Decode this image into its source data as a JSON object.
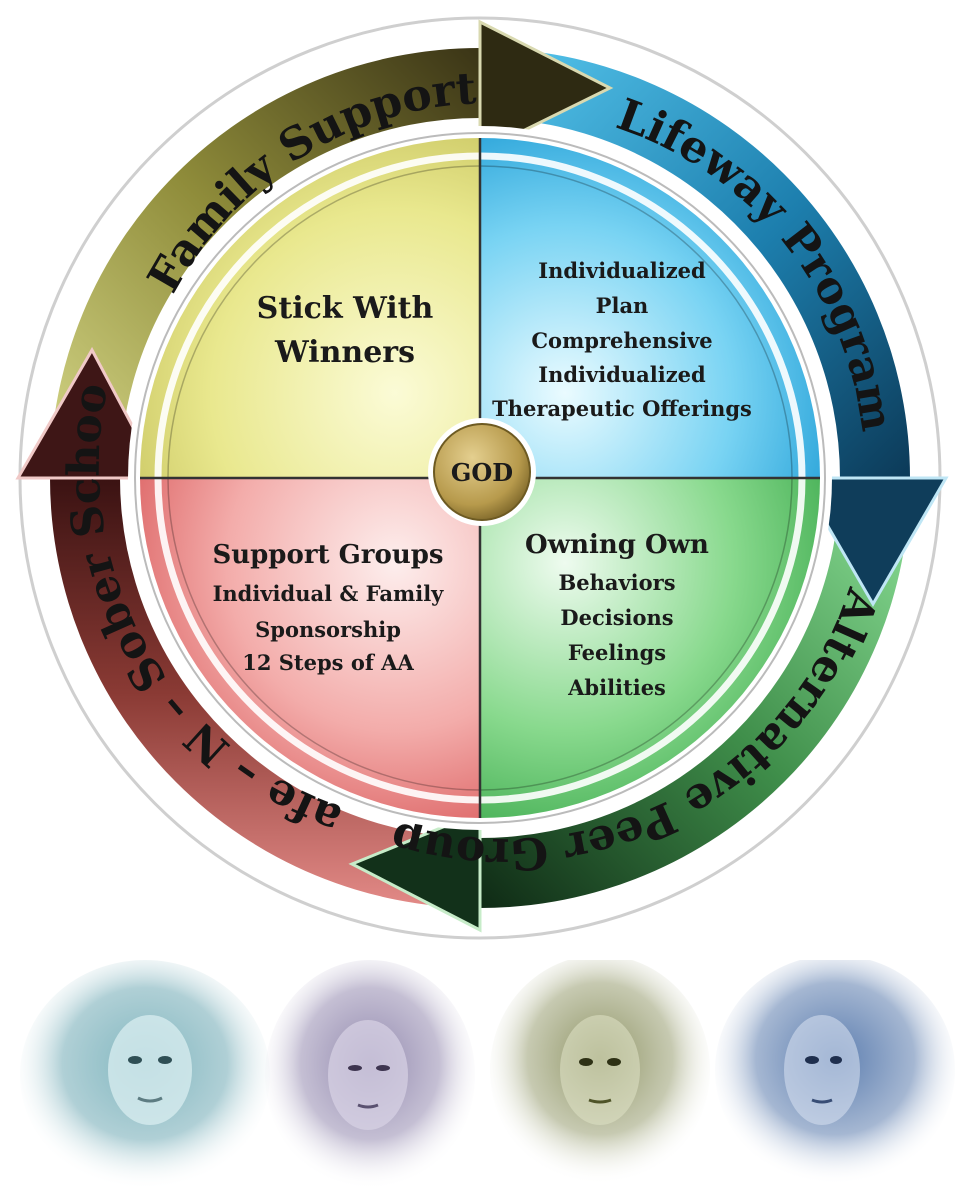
{
  "center": {
    "label": "GOD"
  },
  "quadrants": {
    "top_left": {
      "lines": [
        "Stick With",
        "Winners"
      ]
    },
    "top_right": {
      "lines": [
        "Individualized",
        "Plan",
        "Comprehensive",
        "Individualized",
        "Therapeutic Offerings"
      ]
    },
    "bottom_left": {
      "title": "Support Groups",
      "lines": [
        "Individual & Family",
        "Sponsorship",
        "12 Steps of AA"
      ]
    },
    "bottom_right": {
      "title": "Owning Own",
      "lines": [
        "Behaviors",
        "Decisions",
        "Feelings",
        "Abilities"
      ]
    }
  },
  "arrows": {
    "top": "Family Support",
    "right": "Lifeway Program",
    "bottom": "Alternative Peer Group",
    "left": "Safe – N – Sober School"
  },
  "colors": {
    "yellow": "#eceb8e",
    "blue": "#5fc6ee",
    "green": "#78d07f",
    "red": "#f1a5a1",
    "center_gold": "#b79a4c"
  },
  "faces": [
    {
      "name": "face-portrait-1",
      "tint": "#6fa9b4"
    },
    {
      "name": "face-portrait-2",
      "tint": "#8a7fa8"
    },
    {
      "name": "face-portrait-3",
      "tint": "#8e9463"
    },
    {
      "name": "face-portrait-4",
      "tint": "#4b6fa5"
    }
  ]
}
